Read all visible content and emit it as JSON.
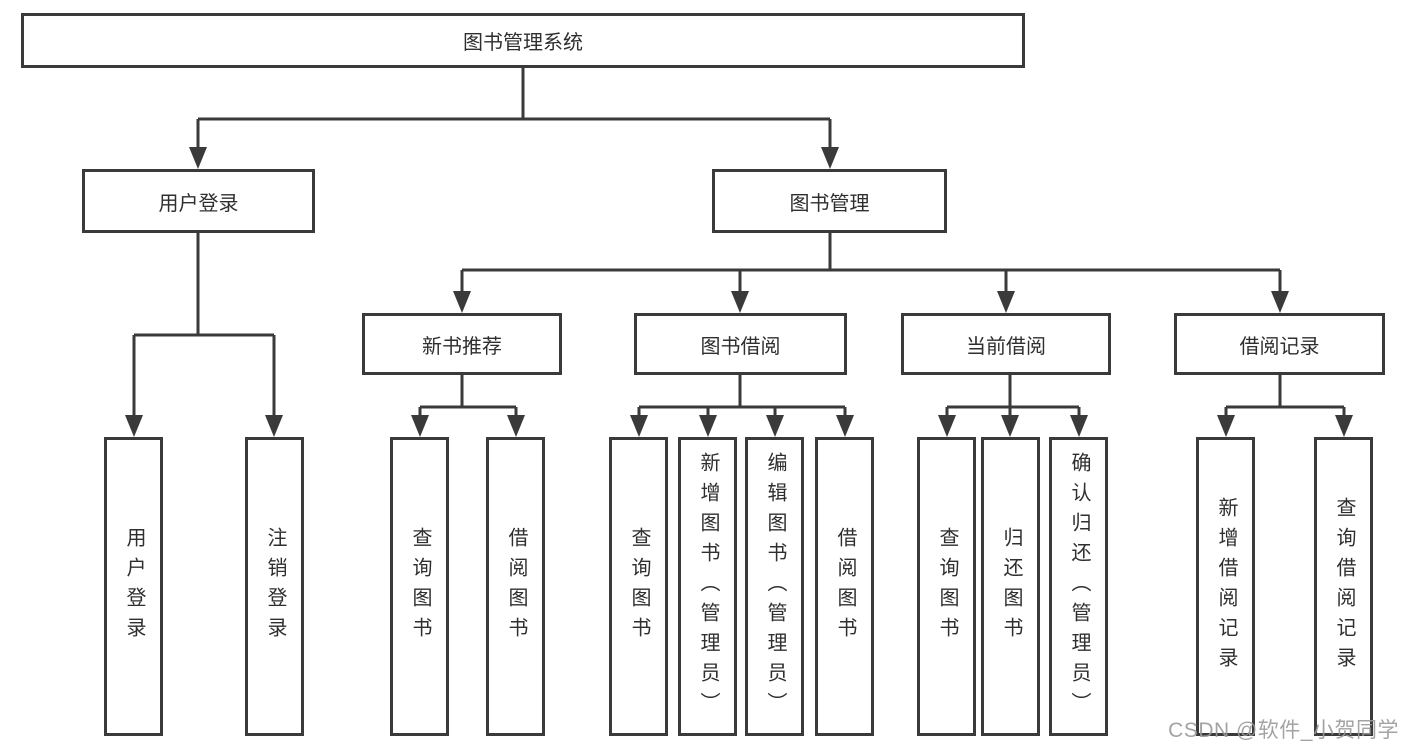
{
  "tree": {
    "root": "图书管理系统",
    "branches": [
      {
        "label": "用户登录",
        "children": [
          "用户登录",
          "注销登录"
        ]
      },
      {
        "label": "图书管理",
        "groups": [
          {
            "label": "新书推荐",
            "children": [
              "查询图书",
              "借阅图书"
            ]
          },
          {
            "label": "图书借阅",
            "children": [
              "查询图书",
              "新增图书（管理员）",
              "编辑图书（管理员）",
              "借阅图书"
            ]
          },
          {
            "label": "当前借阅",
            "children": [
              "查询图书",
              "归还图书",
              "确认归还（管理员）"
            ]
          },
          {
            "label": "借阅记录",
            "children": [
              "新增借阅记录",
              "查询借阅记录"
            ]
          }
        ]
      }
    ]
  },
  "watermark": {
    "text": "CSDN @软件_小贺同学"
  },
  "colors": {
    "line": "#3a3a3a",
    "text": "#2f2f2f",
    "background": "#ffffff",
    "watermark": "#9a9a9a"
  }
}
